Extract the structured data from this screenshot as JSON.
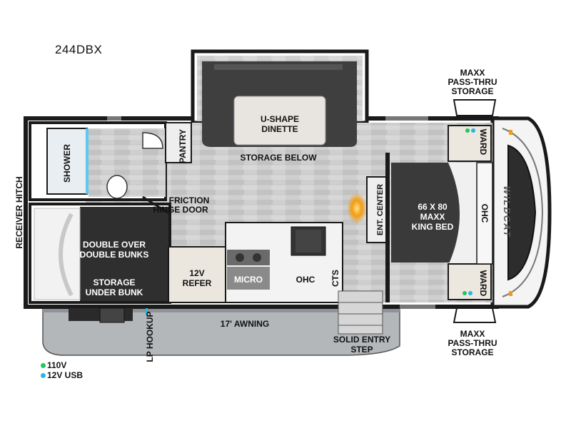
{
  "model": "244DBX",
  "labels": {
    "u_shape_dinette_1": "U-SHAPE",
    "u_shape_dinette_2": "DINETTE",
    "storage_below": "STORAGE BELOW",
    "pantry": "PANTRY",
    "shower": "SHOWER",
    "friction_hinge_door_1": "FRICTION",
    "friction_hinge_door_2": "HINGE DOOR",
    "receiver_hitch": "RECEIVER HITCH",
    "bunks_1": "DOUBLE OVER",
    "bunks_2": "DOUBLE BUNKS",
    "storage_under_bunk_1": "STORAGE",
    "storage_under_bunk_2": "UNDER BUNK",
    "refer_1": "12V",
    "refer_2": "REFER",
    "micro": "MICRO",
    "ohc_kitchen": "OHC",
    "cts": "CTS",
    "ent_center": "ENT. CENTER",
    "bed_1": "66 X 80",
    "bed_2": "MAXX",
    "bed_3": "KING BED",
    "ohc_bedroom": "OHC",
    "ward_top": "WARD",
    "ward_bottom": "WARD",
    "maxx_top_1": "MAXX",
    "maxx_top_2": "PASS-THRU",
    "maxx_top_3": "STORAGE",
    "maxx_bottom_1": "MAXX",
    "maxx_bottom_2": "PASS-THRU",
    "maxx_bottom_3": "STORAGE",
    "awning": "17' AWNING",
    "lp_hookup": "LP HOOKUP",
    "entry_step_1": "SOLID ENTRY",
    "entry_step_2": "STEP",
    "brand_mark": "WILDCAT"
  },
  "legend": [
    {
      "label": "110V",
      "color": "#22c55e"
    },
    {
      "label": "12V USB",
      "color": "#22b8e8"
    }
  ],
  "colors": {
    "wall": "#1a1a1a",
    "floor": "#c9c9c9",
    "dinette_cushion": "#3f3f3f",
    "bed": "#3a3a3a",
    "awning": "#b4b7ba",
    "fireplace": "#f39c12"
  }
}
